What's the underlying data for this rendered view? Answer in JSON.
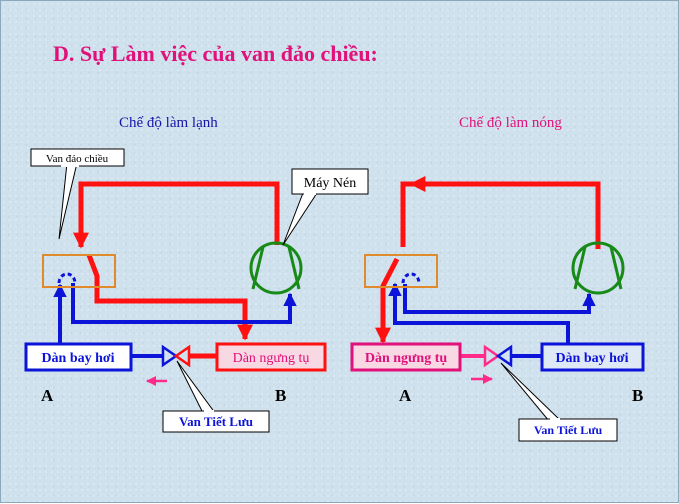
{
  "title": "D. Sự Làm việc của van đảo chiều:",
  "left": {
    "mode_label": "Chế độ làm lạnh",
    "callout_valve": "Van đảo chiều",
    "callout_compressor": "Máy Nén",
    "box_left": "Dàn bay hơi",
    "box_right": "Dàn ngưng tụ",
    "callout_expansion": "Van Tiết Lưu",
    "letter_a": "A",
    "letter_b": "B"
  },
  "right": {
    "mode_label": "Chế độ làm nóng",
    "box_left": "Dàn ngưng tụ",
    "box_right": "Dàn bay hơi",
    "callout_expansion": "Van Tiết Lưu",
    "letter_a": "A",
    "letter_b": "B"
  },
  "colors": {
    "hot": "#ff1111",
    "cold": "#0b14d8",
    "title": "#e0117a",
    "mode_left": "#1616a8",
    "mode_right": "#e0117a",
    "compressor": "#178a17",
    "valve_box": "#e08a2c",
    "flow_arrow": "#ff2a8a"
  }
}
